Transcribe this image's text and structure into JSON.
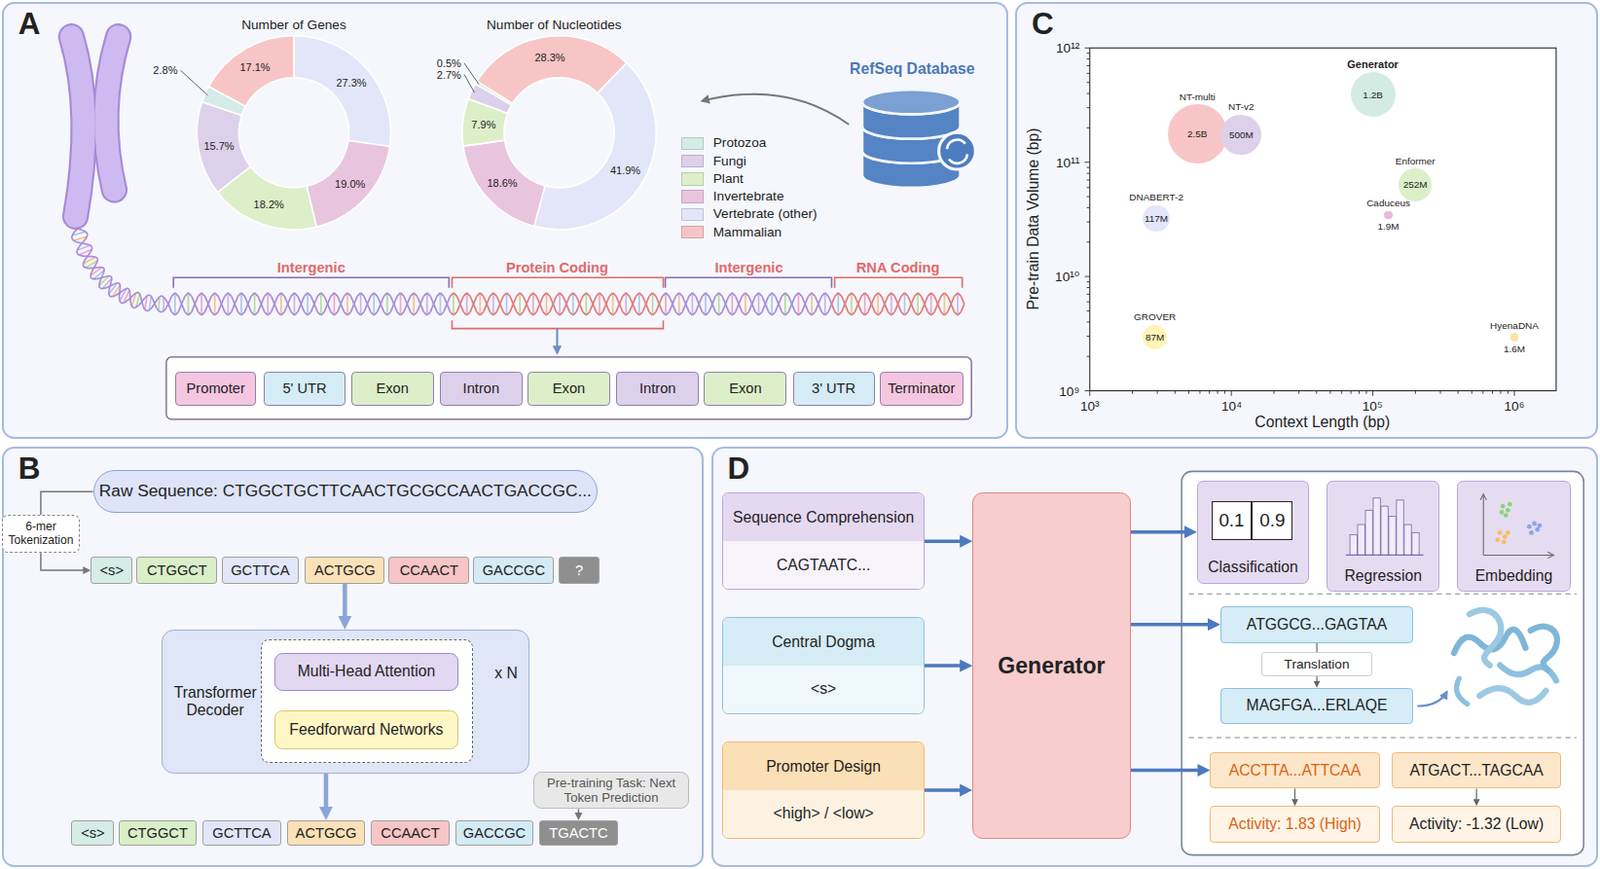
{
  "diagram": {
    "nodes": [
      {
        "text": [
          "A"
        ]
      },
      {
        "text": [
          "RefSeq Database"
        ],
        "in": 0
      },
      {
        "text": [
          "Promoter"
        ],
        "in": 0
      },
      {
        "text": [
          "5' UTR"
        ],
        "in": 0
      },
      {
        "text": [
          "Exon"
        ],
        "in": 0
      },
      {
        "text": [
          "Intron"
        ],
        "in": 0
      },
      {
        "text": [
          "Exon"
        ],
        "in": 0
      },
      {
        "text": [
          "Intron"
        ],
        "in": 0
      },
      {
        "text": [
          "Exon"
        ],
        "in": 0
      },
      {
        "text": [
          "3' UTR"
        ],
        "in": 0
      },
      {
        "text": [
          "Terminator"
        ],
        "in": 0
      },
      {
        "text": [
          "C"
        ]
      },
      {
        "text": [
          "Generator",
          "1.2B"
        ],
        "in": 11
      },
      {
        "text": [
          "NT-multi",
          "2.5B"
        ],
        "in": 11
      },
      {
        "text": [
          "NT-v2",
          "500M"
        ],
        "in": 11
      },
      {
        "text": [
          "Enformer",
          "252M"
        ],
        "in": 11
      },
      {
        "text": [
          "DNABERT-2",
          "117M"
        ],
        "in": 11
      },
      {
        "text": [
          "Caduceus",
          "1.9M"
        ],
        "in": 11
      },
      {
        "text": [
          "GROVER",
          "87M"
        ],
        "in": 11
      },
      {
        "text": [
          "HyenaDNA",
          "1.6M"
        ],
        "in": 11
      },
      {
        "text": [
          "B"
        ]
      },
      {
        "text": [
          "Raw Sequence: CTGGCTGCTTCAACTGCGCCAACTGACCGC..."
        ],
        "in": 20
      },
      {
        "text": [
          "6-mer Tokenization"
        ],
        "in": 20
      },
      {
        "text": [
          "<s>"
        ],
        "in": 20
      },
      {
        "text": [
          "CTGGCT"
        ],
        "in": 20
      },
      {
        "text": [
          "GCTTCA"
        ],
        "in": 20
      },
      {
        "text": [
          "ACTGCG"
        ],
        "in": 20
      },
      {
        "text": [
          "CCAACT"
        ],
        "in": 20
      },
      {
        "text": [
          "GACCGC"
        ],
        "in": 20
      },
      {
        "text": [
          "?"
        ],
        "in": 20
      },
      {
        "text": [
          "Transformer Decoder"
        ],
        "in": 20
      },
      {
        "text": [
          "Multi-Head Attention"
        ],
        "in": 30
      },
      {
        "text": [
          "Feedforward Networks"
        ],
        "in": 30
      },
      {
        "text": [
          "Pre-training Task: Next Token Prediction"
        ],
        "in": 20
      },
      {
        "text": [
          "<s>"
        ],
        "in": 20
      },
      {
        "text": [
          "CTGGCT"
        ],
        "in": 20
      },
      {
        "text": [
          "GCTTCA"
        ],
        "in": 20
      },
      {
        "text": [
          "ACTGCG"
        ],
        "in": 20
      },
      {
        "text": [
          "CCAACT"
        ],
        "in": 20
      },
      {
        "text": [
          "GACCGC"
        ],
        "in": 20
      },
      {
        "text": [
          "TGACTC"
        ],
        "in": 20
      },
      {
        "text": [
          "D"
        ]
      },
      {
        "text": [
          "Sequence Comprehension",
          "CAGTAATC..."
        ],
        "in": 41
      },
      {
        "text": [
          "Central Dogma",
          "<s>"
        ],
        "in": 41
      },
      {
        "text": [
          "Promoter Design",
          "<high> / <low>"
        ],
        "in": 41
      },
      {
        "text": [
          "Generator"
        ],
        "in": 41
      },
      {
        "text": [
          "Classification"
        ],
        "in": 41
      },
      {
        "text": [
          "0.1"
        ],
        "in": 46
      },
      {
        "text": [
          "0.9"
        ],
        "in": 46
      },
      {
        "text": [
          "Regression"
        ],
        "in": 41
      },
      {
        "text": [
          "Embedding"
        ],
        "in": 41
      },
      {
        "text": [
          "ATGGCG...GAGTAA"
        ],
        "in": 41
      },
      {
        "text": [
          "Translation"
        ],
        "in": 41
      },
      {
        "text": [
          "MAGFGA...ERLAQE"
        ],
        "in": 41
      },
      {
        "text": [
          "ACCTTA...ATTCAA"
        ],
        "in": 41
      },
      {
        "text": [
          "ATGACT...TAGCAA"
        ],
        "in": 41
      },
      {
        "text": [
          "Activity: 1.83 (High)"
        ],
        "in": 41
      },
      {
        "text": [
          "Activity: -1.32 (Low)"
        ],
        "in": 41
      }
    ],
    "edges": [
      {
        "from": 21,
        "to": 22,
        "arrow": "none"
      },
      {
        "from": 22,
        "to": 23,
        "arrow": "to"
      },
      {
        "from": 26,
        "to": 30,
        "arrow": "to"
      },
      {
        "from": 30,
        "to": 37,
        "arrow": "to"
      },
      {
        "from": 33,
        "to": 40,
        "arrow": "to"
      },
      {
        "from": 42,
        "to": 45,
        "arrow": "to"
      },
      {
        "from": 43,
        "to": 45,
        "arrow": "to"
      },
      {
        "from": 44,
        "to": 45,
        "arrow": "to"
      },
      {
        "from": 45,
        "to": 46,
        "arrow": "to"
      },
      {
        "from": 45,
        "to": 51,
        "arrow": "to"
      },
      {
        "from": 45,
        "to": 54,
        "arrow": "to"
      },
      {
        "from": 51,
        "to": 52,
        "arrow": "none"
      },
      {
        "from": 52,
        "to": 53,
        "arrow": "to"
      },
      {
        "from": 54,
        "to": 56,
        "arrow": "to"
      },
      {
        "from": 55,
        "to": 57,
        "arrow": "to"
      }
    ],
    "labels": [
      "Number of Genes",
      "Number of Nucleotides",
      "2.8%",
      "17.1%",
      "27.3%",
      "15.7%",
      "18.2%",
      "19.0%",
      "0.5%",
      "2.7%",
      "28.3%",
      "7.9%",
      "18.6%",
      "41.9%",
      "Intergenic",
      "Protein Coding",
      "Intergenic",
      "RNA Coding",
      "10¹²",
      "10¹¹",
      "10¹⁰",
      "10⁹",
      "10³",
      "10⁴",
      "10⁵",
      "10⁶",
      "Context Length (bp)",
      "Pre-train Data Volume (bp)",
      "x N"
    ],
    "legend": [
      {
        "text": "Protozoa",
        "color": "#d4ece5"
      },
      {
        "text": "Fungi",
        "color": "#ddd0ea"
      },
      {
        "text": "Plant",
        "color": "#dcefc9"
      },
      {
        "text": "Invertebrate",
        "color": "#e9c4de"
      },
      {
        "text": "Vertebrate (other)",
        "color": "#e3e6f8"
      },
      {
        "text": "Mammalian",
        "color": "#f7c5c5"
      }
    ]
  }
}
